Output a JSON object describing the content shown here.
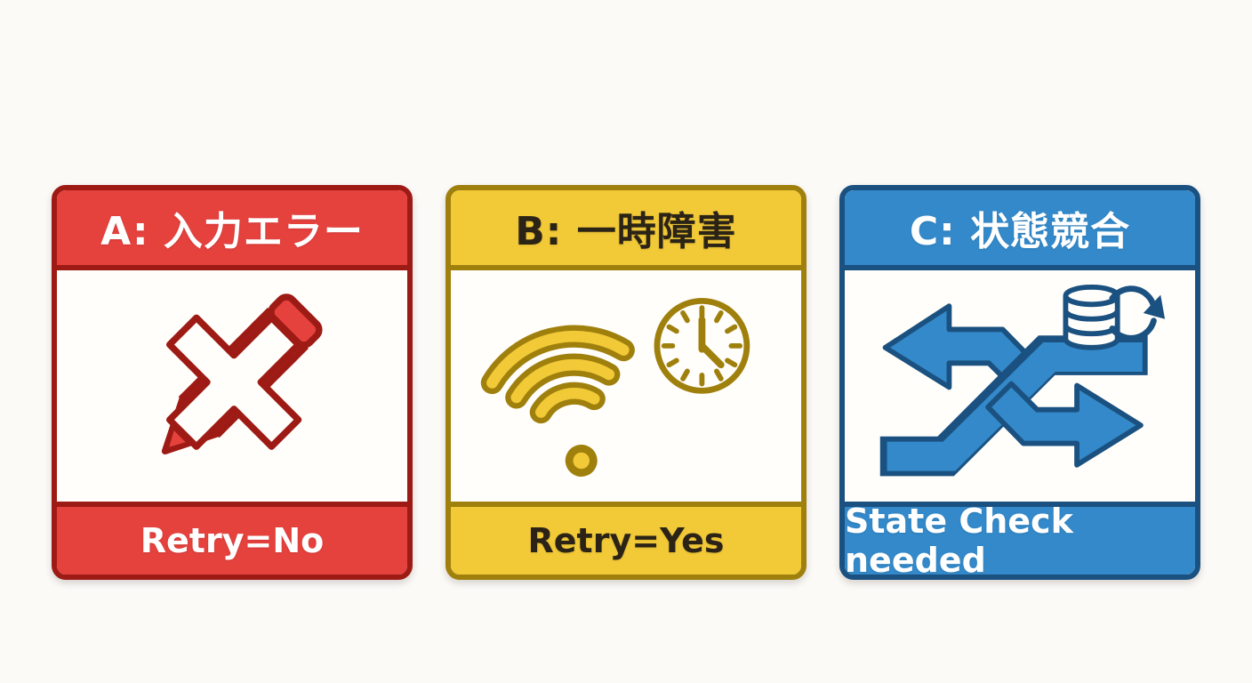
{
  "page": {
    "background": "#fbfaf7",
    "description": "Three error-category cards: input error, temporary failure, state conflict"
  },
  "cards": [
    {
      "id": "A",
      "title": "A: 入力エラー",
      "footer": "Retry=No",
      "icon": "pencil-cross-icon",
      "colors": {
        "fill": "#e5413d",
        "dark": "#9e1b15",
        "header_text": "#ffffff",
        "footer_text": "#ffffff"
      }
    },
    {
      "id": "B",
      "title": "B: 一時障害",
      "footer": "Retry=Yes",
      "icon": "wifi-clock-icon",
      "colors": {
        "fill": "#f2c937",
        "dark": "#a0800d",
        "header_text": "#2b2416",
        "footer_text": "#2b2416"
      }
    },
    {
      "id": "C",
      "title": "C: 状態競合",
      "footer": "State Check needed",
      "icon": "crossing-arrows-database-icon",
      "colors": {
        "fill": "#3389c9",
        "dark": "#1b5180",
        "header_text": "#ffffff",
        "footer_text": "#ffffff"
      }
    }
  ]
}
